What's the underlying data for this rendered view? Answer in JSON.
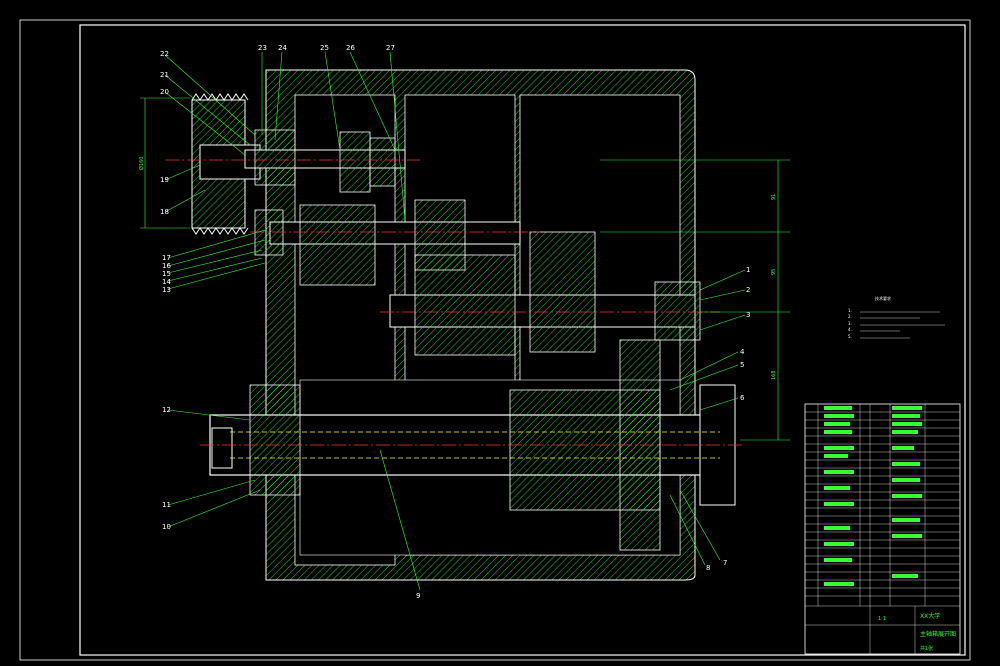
{
  "drawing": {
    "background": "#000000",
    "colors": {
      "frame": "#ffffff",
      "outline": "#ffffff",
      "hatch": "#33ff33",
      "centerline": "#ff3333",
      "hidden": "#ffff33",
      "leader": "#33ff33",
      "dimension": "#33ff33",
      "magenta": "#ff44ff",
      "cyan": "#33ffff"
    },
    "part_numbers_left_top": [
      "22",
      "21",
      "20",
      "19",
      "18"
    ],
    "part_numbers_top": [
      "23",
      "24",
      "25",
      "26",
      "27"
    ],
    "part_numbers_left_mid": [
      "17",
      "16",
      "15",
      "14",
      "13"
    ],
    "part_numbers_right": [
      "1",
      "2",
      "3",
      "4",
      "5",
      "6"
    ],
    "part_numbers_bottom_left": [
      "12",
      "11",
      "10"
    ],
    "part_numbers_bottom": [
      "9",
      "8",
      "7"
    ],
    "dimensions": {
      "pulley_dia": "Ø160",
      "d1": "91",
      "d2": "95",
      "d3": "168"
    },
    "tech_req_title": "技术要求",
    "tech_notes": [
      "1.",
      "2.",
      "3.",
      "4.",
      "5."
    ],
    "title_block": {
      "company": "XX大学",
      "title": "主轴箱展开图",
      "scale": "1:1",
      "sheet": "共1张"
    }
  }
}
